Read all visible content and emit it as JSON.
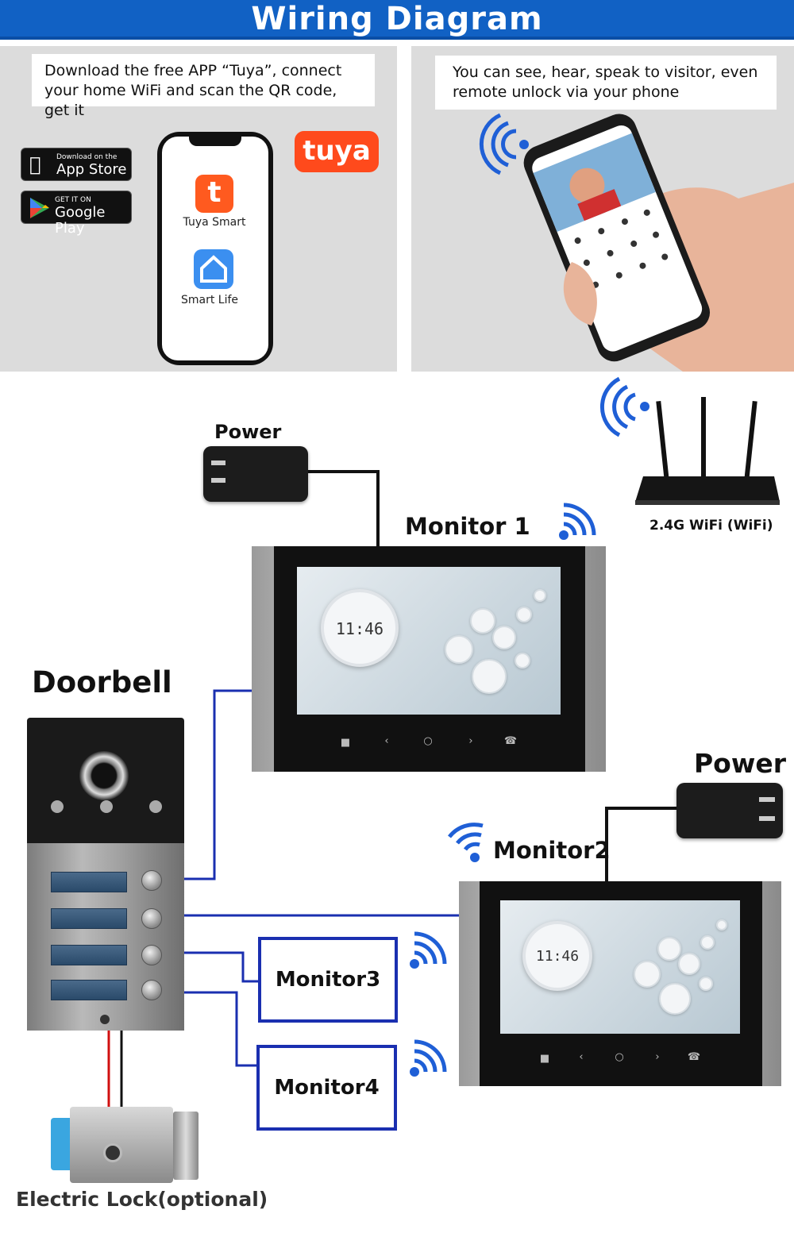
{
  "header": {
    "title": "Wiring Diagram"
  },
  "left_panel": {
    "instruction": "Download the free APP “Tuya”, connect your home WiFi and scan the QR code, get it",
    "app_store": {
      "small": "Download on the",
      "big": "App Store"
    },
    "google_play": {
      "small": "GET IT ON",
      "big": "Google Play"
    },
    "apps": [
      {
        "label": "Tuya Smart"
      },
      {
        "label": "Smart Life"
      }
    ],
    "brand_logo": "tuya"
  },
  "right_panel": {
    "instruction": "You can see, hear, speak to visitor, even remote unlock via your phone"
  },
  "diagram": {
    "power_top": "Power",
    "power_right": "Power",
    "monitor1": "Monitor 1",
    "monitor2": "Monitor2",
    "monitor3": "Monitor3",
    "monitor4": "Monitor4",
    "doorbell": "Doorbell",
    "router": "2.4G WiFi (WiFi)",
    "lock": "Electric Lock(optional)",
    "clock_time": "11:46"
  },
  "colors": {
    "header": "#1161c4",
    "wire_blue": "#1a2fb0",
    "wifi_blue": "#1f5fd6",
    "wire_red": "#d01010"
  }
}
